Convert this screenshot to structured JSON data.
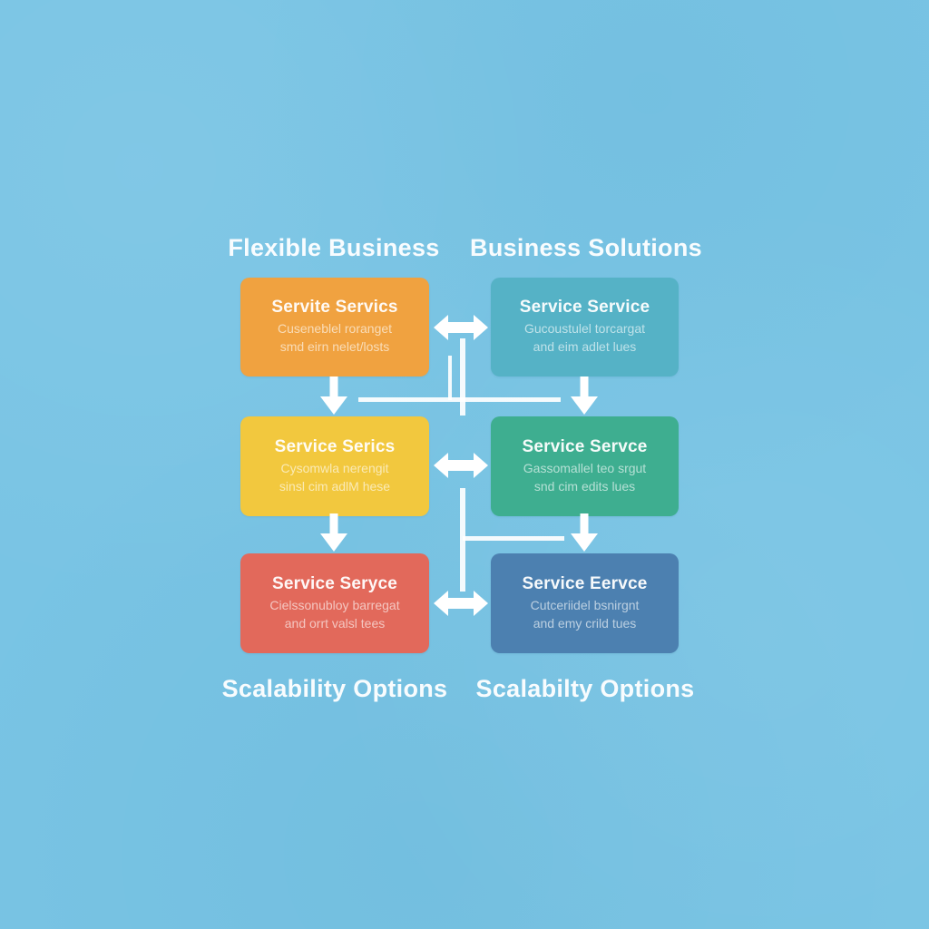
{
  "background_color": "#79C4E4",
  "arrow_color": "#FFFFFF",
  "diagram": {
    "headers": {
      "top_left": "Flexible Business",
      "top_right": "Business Solutions",
      "bottom_left": "Scalability Options",
      "bottom_right": "Scalabilty Options"
    },
    "boxes": [
      {
        "position": "top-left",
        "color": "#F0A240",
        "title": "Servite Servics",
        "line1": "Cuseneblel roranget",
        "line2": "smd eirn nelet/losts"
      },
      {
        "position": "top-right",
        "color": "#55B2C6",
        "title": "Service Service",
        "line1": "Gucoustulel torcargat",
        "line2": "and eim adlet lues"
      },
      {
        "position": "middle-left",
        "color": "#F2C83E",
        "title": "Service Serics",
        "line1": "Cysomwla nerengit",
        "line2": "sinsl cim adlM hese"
      },
      {
        "position": "middle-right",
        "color": "#3EAE90",
        "title": "Service Servce",
        "line1": "Gassomallel teo srgut",
        "line2": "snd cim edits lues"
      },
      {
        "position": "bottom-left",
        "color": "#E2695B",
        "title": "Service Seryce",
        "line1": "Cielssonubloy barregat",
        "line2": "and orrt valsl tees"
      },
      {
        "position": "bottom-right",
        "color": "#4C80B0",
        "title": "Service Eervce",
        "line1": "Cutceriidel bsnirgnt",
        "line2": "and emy crild tues"
      }
    ]
  }
}
